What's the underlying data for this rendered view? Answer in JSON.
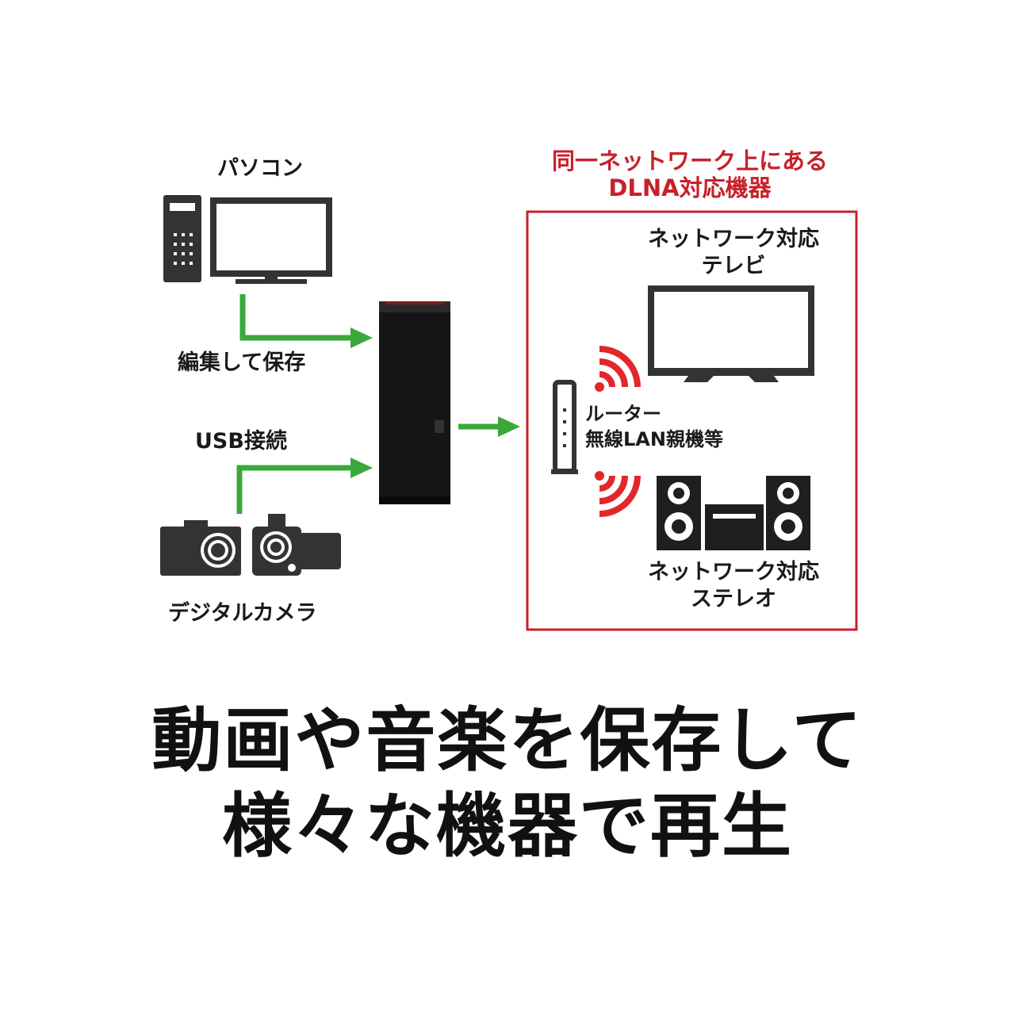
{
  "diagram": {
    "pc_label": "パソコン",
    "edit_label": "編集して保存",
    "usb_label": "USB接続",
    "camera_label": "デジタルカメラ",
    "dlna_title_line1": "同一ネットワーク上にある",
    "dlna_title_line2": "DLNA対応機器",
    "tv_label_line1": "ネットワーク対応",
    "tv_label_line2": "テレビ",
    "router_label_line1": "ルーター",
    "router_label_line2": "無線LAN親機等",
    "stereo_label_line1": "ネットワーク対応",
    "stereo_label_line2": "ステレオ"
  },
  "headline": {
    "line1": "動画や音楽を保存して",
    "line2": "様々な機器で再生"
  },
  "colors": {
    "arrow": "#3aa83a",
    "accent_red": "#c8202a",
    "device_black": "#1a1a1a",
    "icon_gray": "#333333"
  }
}
